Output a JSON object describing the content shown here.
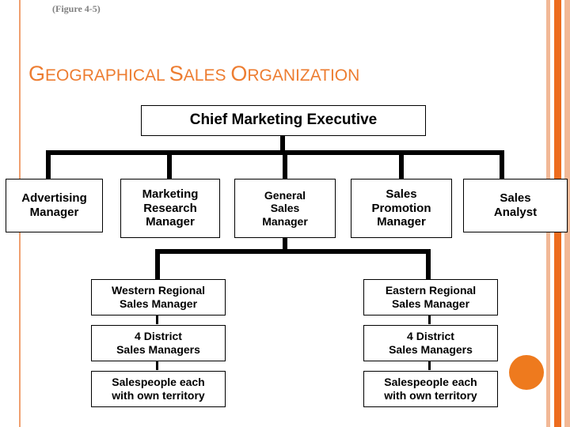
{
  "figure_label": "(Figure 4-5)",
  "title": {
    "segments": [
      {
        "text": "G",
        "size": "big"
      },
      {
        "text": "EOGRAPHICAL ",
        "size": "small"
      },
      {
        "text": "S",
        "size": "big"
      },
      {
        "text": "ALES ",
        "size": "small"
      },
      {
        "text": "O",
        "size": "big"
      },
      {
        "text": "RGANIZATION",
        "size": "small"
      }
    ],
    "plain": "GEOGRAPHICAL SALES ORGANIZATION",
    "color": "#ed7d31"
  },
  "chart": {
    "top": {
      "label": "Chief Marketing Executive"
    },
    "level2": [
      {
        "label": "Advertising\nManager"
      },
      {
        "label": "Marketing\nResearch\nManager"
      },
      {
        "label": "General\nSales\nManager"
      },
      {
        "label": "Sales\nPromotion\nManager"
      },
      {
        "label": "Sales\nAnalyst"
      }
    ],
    "level3_left": [
      {
        "label": "Western Regional\nSales Manager"
      },
      {
        "label": "4 District\nSales Managers"
      },
      {
        "label": "Salespeople each\nwith own territory"
      }
    ],
    "level3_right": [
      {
        "label": "Eastern Regional\nSales Manager"
      },
      {
        "label": "4 District\nSales Managers"
      },
      {
        "label": "Salespeople each\nwith own territory"
      }
    ]
  },
  "decor": {
    "left_rule_color": "#f0a070",
    "right_bar_light": "#f2b896",
    "right_bar_dark": "#ed6c1e",
    "dot_color": "#ee7a1e"
  }
}
